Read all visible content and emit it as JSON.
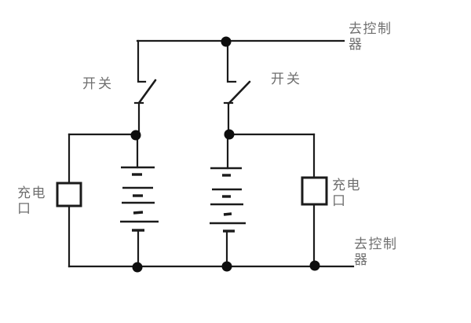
{
  "labels": {
    "switch_left": "开关",
    "switch_right": "开关",
    "controller_top": "去控制器",
    "controller_bottom": "去控制器",
    "charge_port_left": "充电口",
    "charge_port_right": "充电口"
  },
  "colors": {
    "background": "#ffffff",
    "wire": "#1b1b1b",
    "dot": "#0e0e0e",
    "label_text": "#6f6f6f"
  }
}
